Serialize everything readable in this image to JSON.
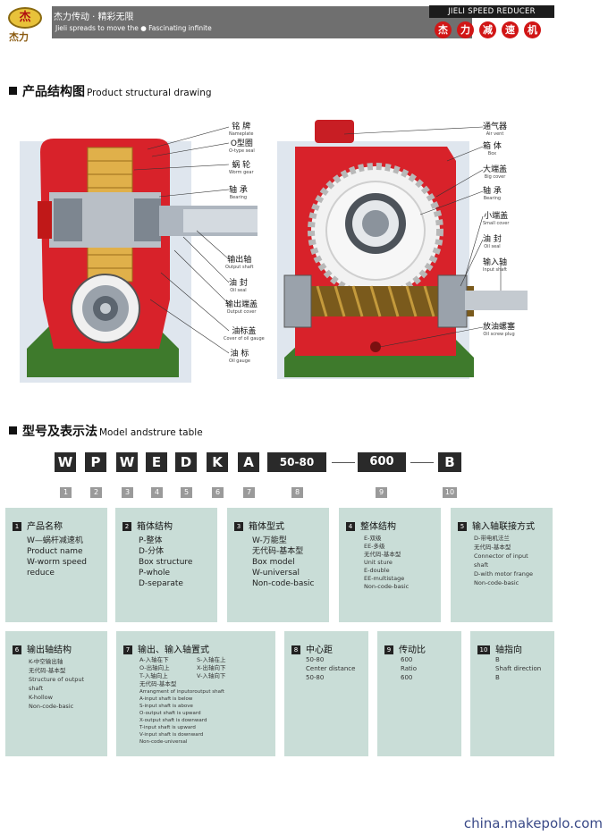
{
  "header": {
    "logo_text": "杰力",
    "slogan_cn": "杰力传动 · 精彩无限",
    "slogan_en": "Jieli spreads to move the ● Fascinating infinite",
    "brand_en": "JIELI SPEED REDUCER",
    "brand_cn": [
      "杰",
      "力",
      "减",
      "速",
      "机"
    ]
  },
  "section1": {
    "cn": "产品结构图",
    "en": "Product structural drawing"
  },
  "left_labels": [
    {
      "cn": "铭 牌",
      "en": "Nameplate"
    },
    {
      "cn": "O型圈",
      "en": "O-type seal"
    },
    {
      "cn": "蜗 轮",
      "en": "Worm gear"
    },
    {
      "cn": "轴 承",
      "en": "Bearing"
    },
    {
      "cn": "输出轴",
      "en": "Output shaft"
    },
    {
      "cn": "油 封",
      "en": "Oil seal"
    },
    {
      "cn": "输出端盖",
      "en": "Output cover"
    },
    {
      "cn": "油标盖",
      "en": "Cover of oil gauge"
    },
    {
      "cn": "油 标",
      "en": "Oil gauge"
    }
  ],
  "right_labels": [
    {
      "cn": "通气器",
      "en": "Air vent"
    },
    {
      "cn": "箱 体",
      "en": "Box"
    },
    {
      "cn": "大端盖",
      "en": "Big cover"
    },
    {
      "cn": "轴 承",
      "en": "Bearing"
    },
    {
      "cn": "小端盖",
      "en": "Small cover"
    },
    {
      "cn": "油 封",
      "en": "Oil seal"
    },
    {
      "cn": "输入轴",
      "en": "Input shaft"
    },
    {
      "cn": "放油螺塞",
      "en": "Oil screw plug"
    }
  ],
  "section2": {
    "cn": "型号及表示法",
    "en": "Model andstrure table"
  },
  "code_boxes": [
    "W",
    "P",
    "W",
    "E",
    "D",
    "K",
    "A",
    "50-80",
    "600",
    "B"
  ],
  "code_numbers": [
    "1",
    "2",
    "3",
    "4",
    "5",
    "6",
    "7",
    "8",
    "9",
    "10"
  ],
  "cards": [
    {
      "n": "1",
      "title": "产品名称",
      "lines": [
        "W—蜗杆减速机",
        "Product name",
        "W-worm speed",
        "reduce"
      ]
    },
    {
      "n": "2",
      "title": "箱体结构",
      "lines": [
        "P-整体",
        "D-分体",
        "Box structure",
        "P-whole",
        "D-separate"
      ]
    },
    {
      "n": "3",
      "title": "箱体型式",
      "lines": [
        "W-万能型",
        "无代码-基本型",
        "Box model",
        "W-universal",
        "Non-code-basic"
      ]
    },
    {
      "n": "4",
      "title": "整体结构",
      "lines": [
        "E-双级",
        "EE-多级",
        "无代码-基本型",
        "Unit sture",
        "E-double",
        "EE-multistage",
        "Non-code-basic"
      ]
    },
    {
      "n": "5",
      "title": "输入轴联接方式",
      "lines": [
        "D-带电机法兰",
        "无代码-基本型",
        "Connector of input",
        "shaft",
        "D-with motor frange",
        "Non-code-basic"
      ]
    },
    {
      "n": "6",
      "title": "输出轴结构",
      "lines": [
        "K-中空输出轴",
        "无代码-基本型",
        "Structure of output",
        "shaft",
        "K-hollow",
        "Non-code-basic"
      ]
    },
    {
      "n": "7",
      "title": "输出、输入轴置式",
      "lines": [
        "A-入轴在下",
        "S-入轴在上",
        "O-出轴向上",
        "X-出轴向下",
        "T-入轴向上",
        "V-入轴向下",
        "无代码-基本型",
        "Arrangment of inputoroutput shaft",
        "A-input shaft is below",
        "S-input shaft is above",
        "O-output shaft is upward",
        "X-output shaft is downward",
        "T-input shaft is upward",
        "V-input shaft is downward",
        "Non-code-universal"
      ]
    },
    {
      "n": "8",
      "title": "中心距",
      "lines": [
        "50-80",
        "Center distance",
        "50-80"
      ]
    },
    {
      "n": "9",
      "title": "传动比",
      "lines": [
        "600",
        "Ratio",
        "600"
      ]
    },
    {
      "n": "10",
      "title": "轴指向",
      "lines": [
        "B",
        "Shaft direction",
        "B"
      ]
    }
  ],
  "watermark": "china.makepolo.com",
  "colors": {
    "housing_red": "#d8222a",
    "gear_bronze": "#e0b04a",
    "card_bg": "#c9ddd7",
    "bar_gray": "#6f6f6f"
  }
}
